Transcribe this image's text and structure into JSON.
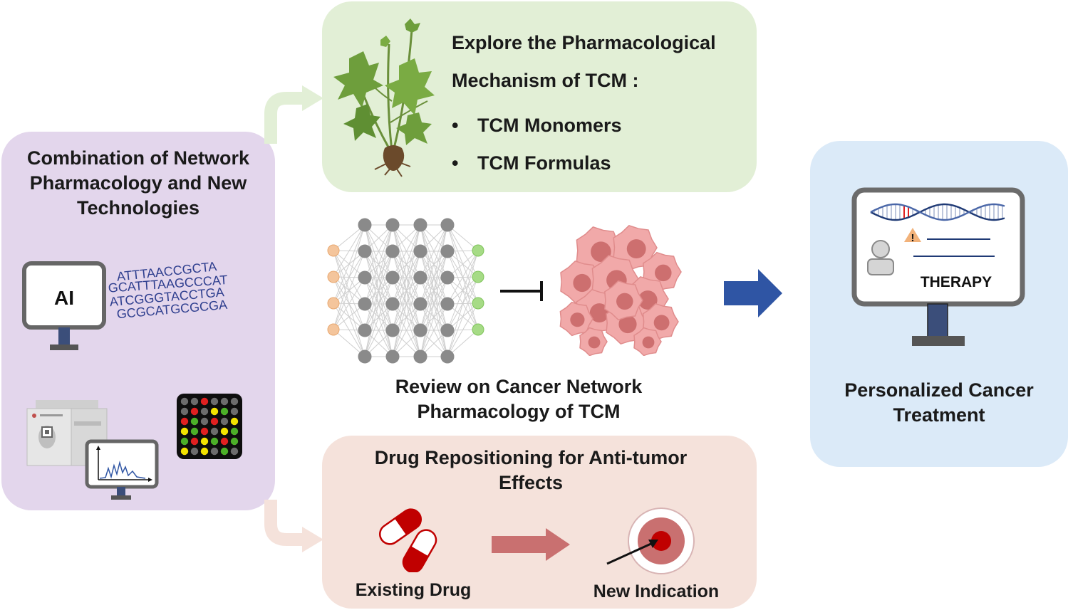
{
  "left_panel": {
    "title_lines": [
      "Combination of Network",
      "Pharmacology and New",
      "Technologies"
    ],
    "ai_label": "AI",
    "dna_lines": [
      "ATTTAACCGCTA",
      "GCATTTAAGCCCAT",
      "ATCGGGTACCTGA",
      "GCGCATGCGCGA"
    ]
  },
  "tcm_panel": {
    "title_lines": [
      "Explore the Pharmacological",
      "Mechanism of TCM :"
    ],
    "bullets": [
      "TCM Monomers",
      "TCM Formulas"
    ]
  },
  "center": {
    "caption_lines": [
      "Review on Cancer Network",
      "Pharmacology of TCM"
    ]
  },
  "drug_panel": {
    "title_lines": [
      "Drug Repositioning for Anti-tumor",
      "Effects"
    ],
    "existing_label": "Existing Drug",
    "new_label": "New Indication"
  },
  "right_panel": {
    "therapy_label": "THERAPY",
    "warning_symbol": "!",
    "caption_lines": [
      "Personalized Cancer",
      "Treatment"
    ]
  },
  "colors": {
    "left_bg": "#e3d6ec",
    "tcm_bg": "#e2efd6",
    "drug_bg": "#f5e2db",
    "right_bg": "#dbeaf8",
    "arrow_blue": "#2f55a4",
    "drug_red": "#c00000"
  },
  "icons": [
    "herb-plant-icon",
    "neural-network-icon",
    "cancer-cell-cluster-icon",
    "inhibition-icon",
    "ai-monitor-icon",
    "mass-spectrometer-icon",
    "microarray-icon",
    "capsule-icon",
    "target-icon",
    "therapy-monitor-icon"
  ]
}
